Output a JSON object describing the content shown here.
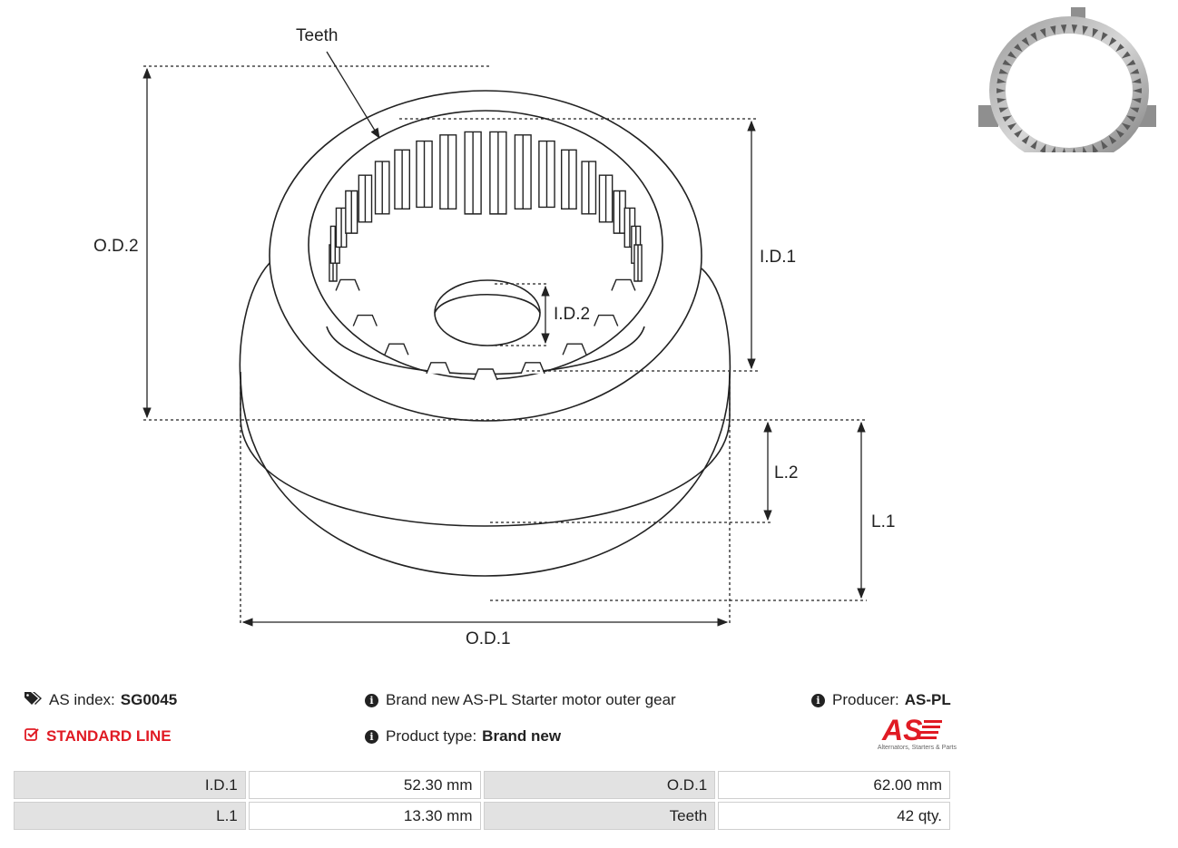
{
  "drawing": {
    "labels": {
      "teeth": "Teeth",
      "od2": "O.D.2",
      "id1": "I.D.1",
      "id2": "I.D.2",
      "l2": "L.2",
      "l1": "L.1",
      "od1": "O.D.1"
    }
  },
  "info": {
    "as_index_label": "AS index:",
    "as_index_value": "SG0045",
    "line": "STANDARD LINE",
    "description": "Brand new AS-PL Starter motor outer gear",
    "product_type_label": "Product type:",
    "product_type_value": "Brand new",
    "producer_label": "Producer:",
    "producer_value": "AS-PL"
  },
  "logo": {
    "text": "AS",
    "tagline": "Alternators, Starters & Parts",
    "color": "#e01b24"
  },
  "specs": [
    {
      "label1": "I.D.1",
      "value1": "52.30 mm",
      "label2": "O.D.1",
      "value2": "62.00 mm"
    },
    {
      "label1": "L.1",
      "value1": "13.30 mm",
      "label2": "Teeth",
      "value2": "42 qty."
    }
  ],
  "icons": {
    "tags": "tags-icon",
    "check": "check-square-icon",
    "info": "info-circle-icon"
  }
}
